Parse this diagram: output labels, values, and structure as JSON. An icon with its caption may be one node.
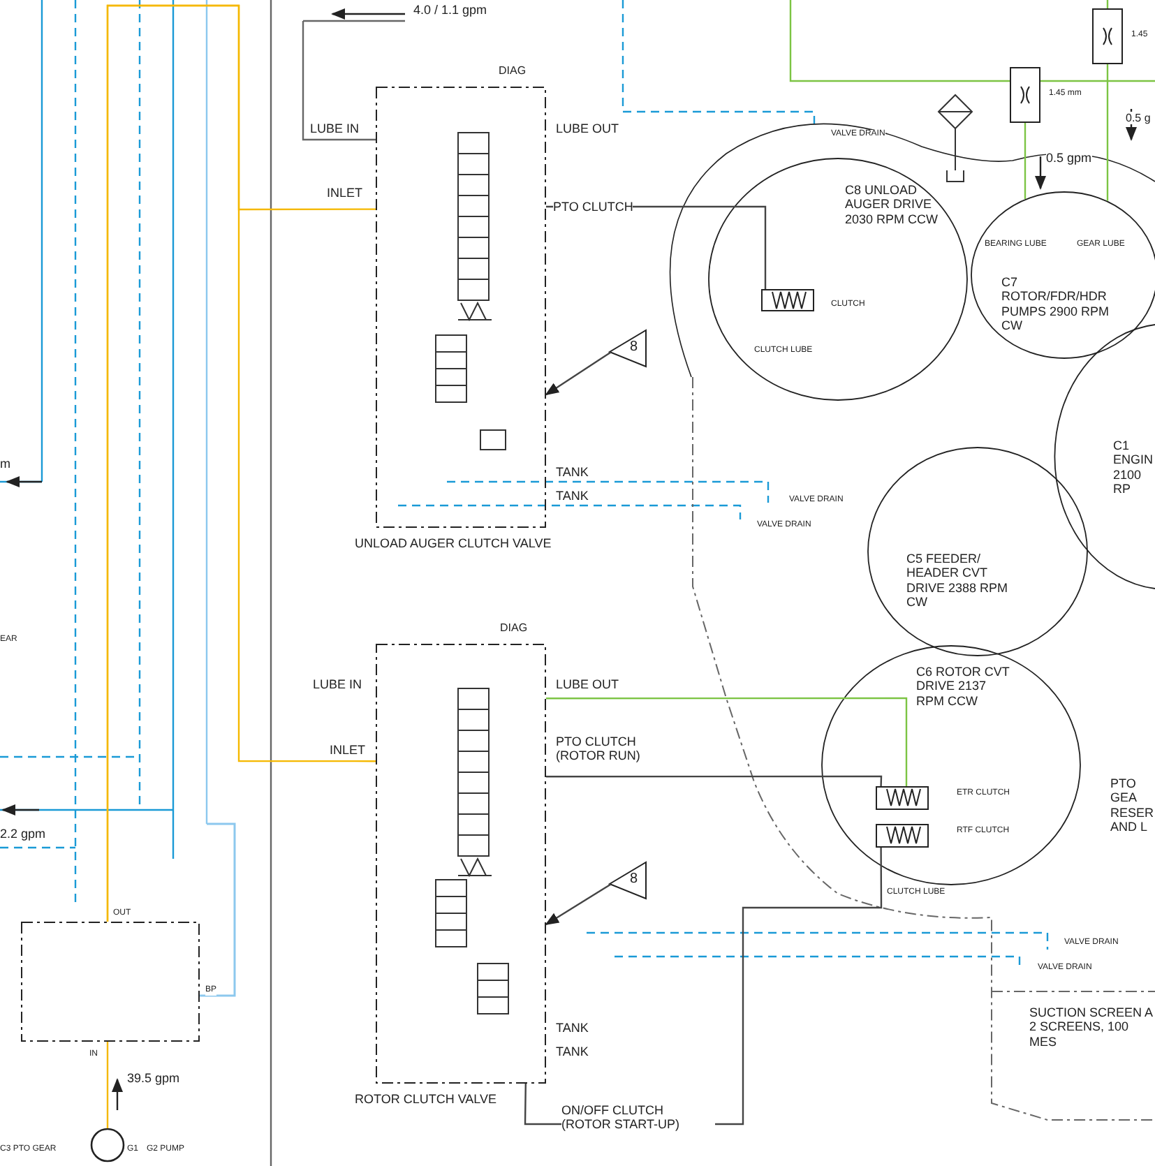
{
  "diagram": {
    "nodes": [
      {
        "text": [
          "UNLOAD AUGER CLUTCH VALVE"
        ]
      },
      {
        "text": [
          "ROTOR CLUTCH VALVE"
        ]
      },
      {
        "text": [
          "C8 UNLOAD AUGER DRIVE 2030 RPM CCW"
        ]
      },
      {
        "text": [
          "C7 ROTOR/FDR/HDR PUMPS 2900 RPM CW"
        ]
      },
      {
        "text": [
          "C1 ENGIN 2100 RP"
        ]
      },
      {
        "text": [
          "C5 FEEDER/ HEADER CVT DRIVE 2388 RPM CW"
        ]
      },
      {
        "text": [
          "C6 ROTOR CVT DRIVE 2137 RPM CCW"
        ]
      },
      {
        "text": [
          "8"
        ]
      },
      {
        "text": [
          "8"
        ]
      },
      {
        "text": [],
        "shape": "box"
      },
      {
        "text": [],
        "shape": "circle",
        "beside": [
          "G1"
        ]
      },
      {
        "text": [],
        "shape": "box",
        "in": 2,
        "beside": [
          "CLUTCH"
        ]
      },
      {
        "text": [],
        "shape": "box",
        "in": 6,
        "beside": [
          "ETR CLUTCH"
        ]
      },
      {
        "text": [],
        "shape": "box",
        "in": 6,
        "beside": [
          "RTF CLUTCH"
        ]
      },
      {
        "text": [],
        "shape": "box",
        "beside": [
          "1.45 mm"
        ]
      },
      {
        "text": [],
        "shape": "box",
        "beside": [
          "1.45"
        ]
      }
    ],
    "edges": [
      {
        "from": 0,
        "to": 11,
        "arrow": "none",
        "color": "#444444"
      },
      {
        "from": 1,
        "to": 12,
        "arrow": "none",
        "color": "#444444"
      },
      {
        "from": 1,
        "to": 12,
        "arrow": "none",
        "color": "#7cc444"
      },
      {
        "from": 7,
        "to": 0,
        "arrow": "to",
        "color": "#444444"
      },
      {
        "from": 8,
        "to": 1,
        "arrow": "to",
        "color": "#444444"
      },
      {
        "from": 10,
        "to": 9,
        "arrow": "none",
        "color": "#f5b800"
      },
      {
        "from": 9,
        "to": 0,
        "arrow": "none",
        "color": "#f5b800"
      },
      {
        "from": 9,
        "to": 1,
        "arrow": "none",
        "color": "#f5b800"
      },
      {
        "from": 1,
        "to": 13,
        "arrow": "none",
        "color": "#444444"
      },
      {
        "from": 14,
        "to": 3,
        "arrow": "none",
        "color": "#7cc444"
      },
      {
        "from": 15,
        "to": 3,
        "arrow": "none",
        "color": "#7cc444"
      },
      {
        "from": null,
        "to": 14,
        "arrow": "none",
        "color": "#7cc444"
      },
      {
        "from": 14,
        "to": null,
        "arrow": "none",
        "color": "#7cc444"
      },
      {
        "from": null,
        "to": 15,
        "arrow": "none",
        "color": "#7cc444"
      }
    ],
    "labels": [
      "4.0 / 1.1 gpm",
      "DIAG",
      "LUBE IN",
      "LUBE OUT",
      "INLET",
      "PTO CLUTCH",
      "TANK",
      "TANK",
      "VALVE DRAIN",
      "VALVE DRAIN",
      "VALVE DRAIN",
      "0.5 gpm",
      "0.5 g",
      "BEARING LUBE",
      "GEAR LUBE",
      "CLUTCH LUBE",
      "m",
      "EAR",
      "2.2 gpm",
      "LUBE IN",
      "LUBE OUT",
      "INLET",
      "PTO CLUTCH (ROTOR RUN)",
      "TANK",
      "TANK",
      "DIAG",
      "VALVE DRAIN",
      "VALVE DRAIN",
      "CLUTCH LUBE",
      "ON/OFF CLUTCH (ROTOR START-UP)",
      "SUCTION SCREEN A 2 SCREENS, 100 MES",
      "PTO GEA RESER AND L",
      "OUT",
      "BP",
      "IN",
      "39.5 gpm",
      "C3 PTO GEAR",
      "G2 PUMP"
    ]
  }
}
